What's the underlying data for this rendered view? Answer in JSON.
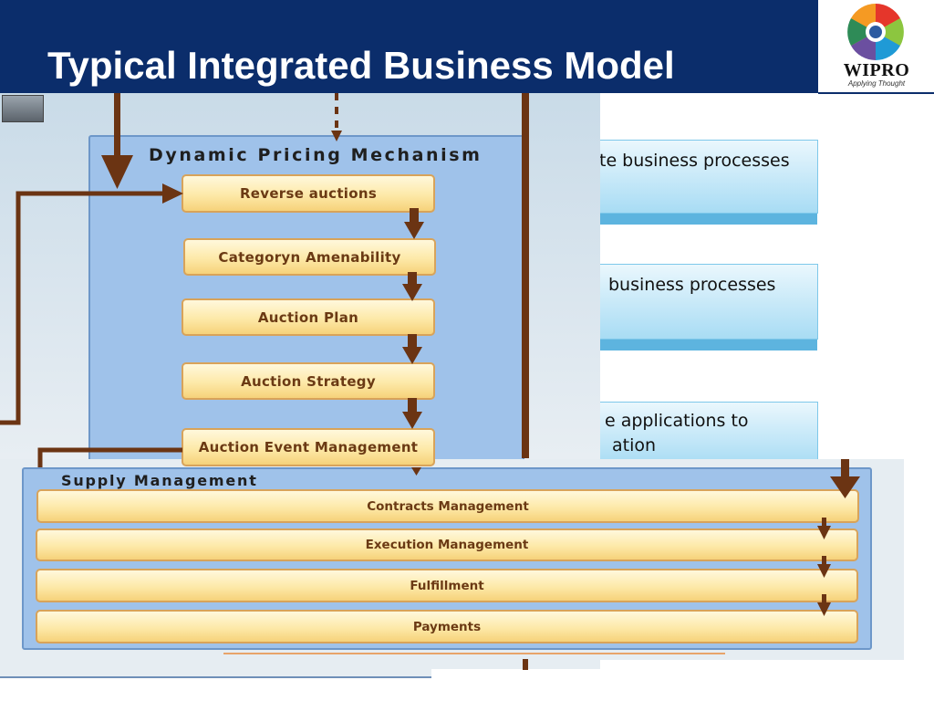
{
  "slide": {
    "title": "Typical Integrated Business Model"
  },
  "logo": {
    "wordmark": "WIPRO",
    "tagline": "Applying Thought"
  },
  "background_callouts": [
    {
      "text_line1": "te business processes",
      "text_line2": ""
    },
    {
      "text_line1": "business processes",
      "text_line2": ""
    },
    {
      "text_line1": "e applications to",
      "text_line2": "ation"
    }
  ],
  "dynamic_pricing": {
    "title": "Dynamic Pricing Mechanism",
    "steps": [
      "Reverse auctions",
      "Categoryn Amenability",
      "Auction Plan",
      "Auction Strategy",
      "Auction Event Management"
    ]
  },
  "supply_management": {
    "title": "Supply Management",
    "steps": [
      "Contracts Management",
      "Execution Management",
      "Fulfillment",
      "Payments"
    ]
  },
  "colors": {
    "header": "#0b2d6b",
    "panel": "#9fc2ea",
    "arrow": "#6b3413",
    "box_border": "#d8a35a",
    "box_text": "#6b3a14"
  }
}
